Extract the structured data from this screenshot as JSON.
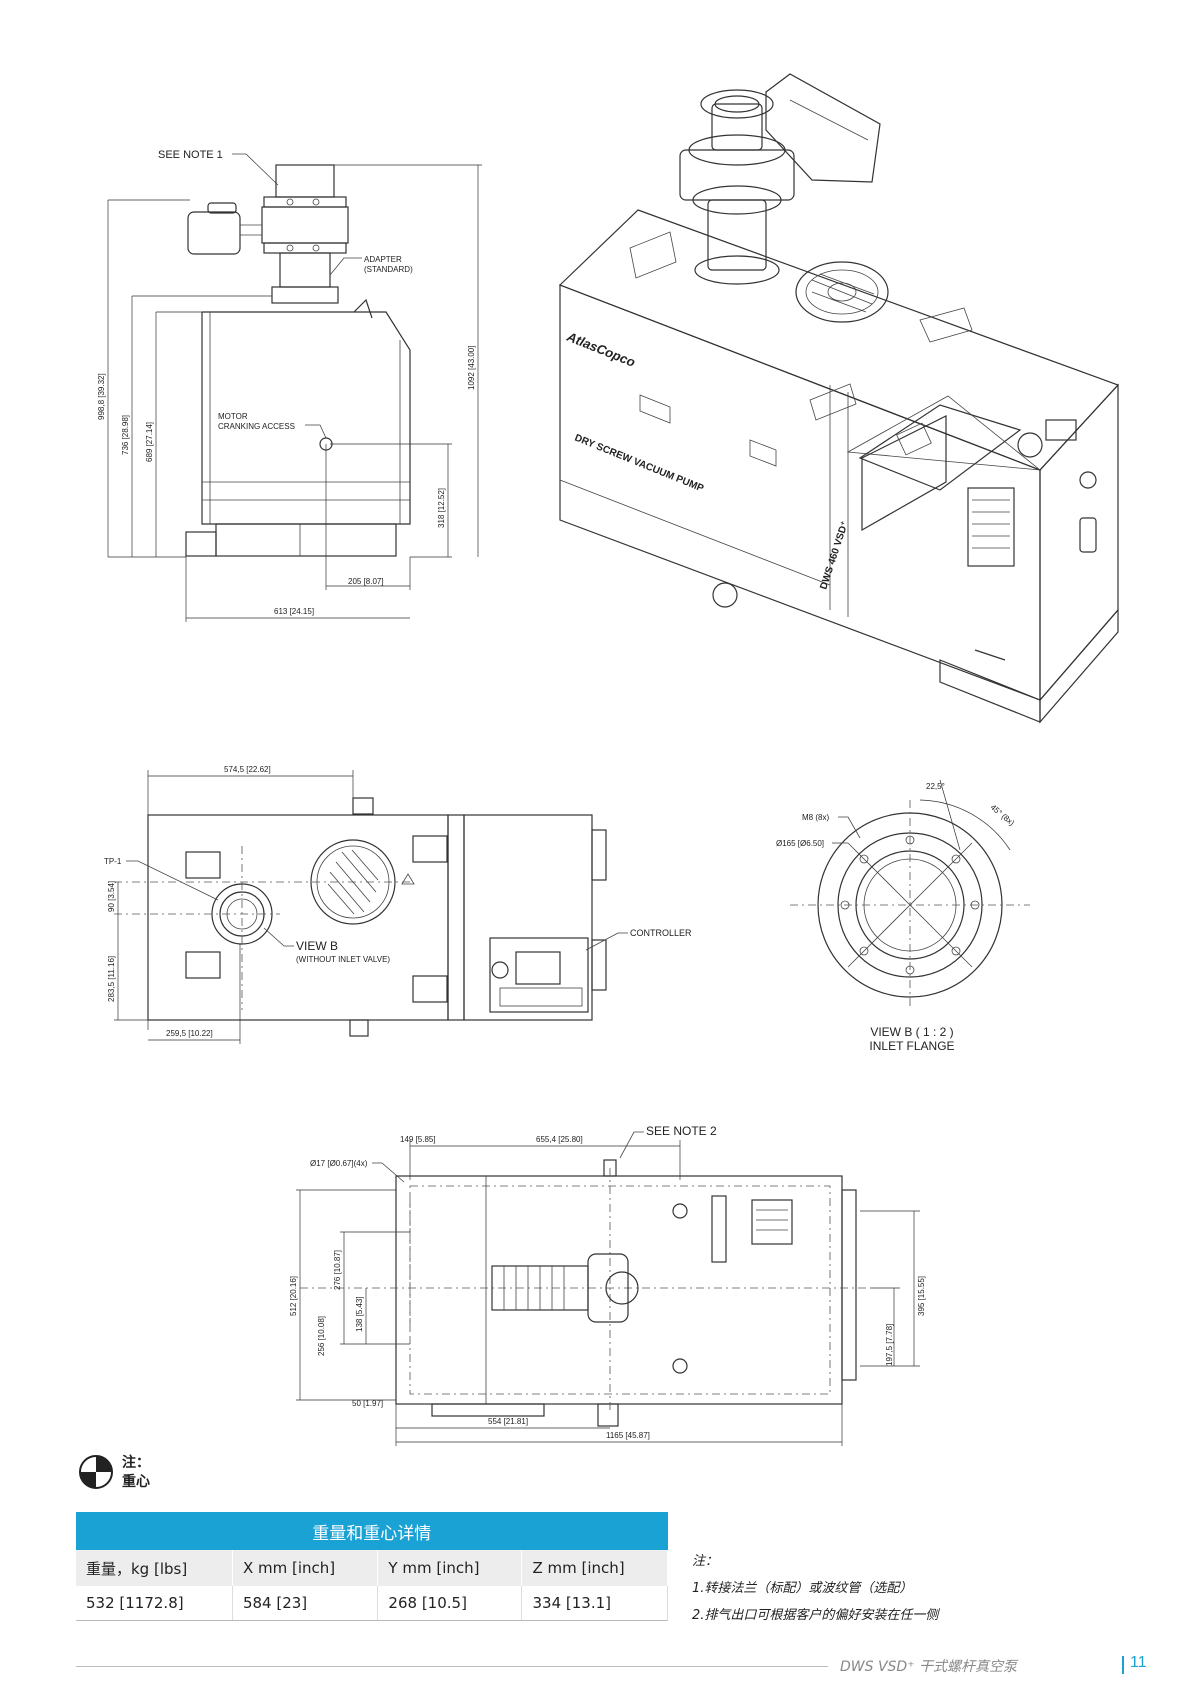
{
  "drawing_top": {
    "see_note_1": "SEE NOTE  1",
    "adapter": "ADAPTER",
    "adapter_std": "(STANDARD)",
    "motor": "MOTOR",
    "cranking": "CRANKING ACCESS",
    "dim_998": "998,8 [39.32]",
    "dim_736": "736 [28.98]",
    "dim_689": "689 [27.14]",
    "dim_1092": "1092 [43.00]",
    "dim_318": "318 [12.52]",
    "dim_205": "205 [8.07]",
    "dim_613": "613 [24.15]"
  },
  "pump_labels": {
    "brand": "AtlasCopco",
    "name": "DRY SCREW VACUUM PUMP",
    "model": "DWS 460 VSD⁺"
  },
  "drawing_mid": {
    "dim_574": "574,5 [22.62]",
    "tp1": "TP-1",
    "dim_90": "90 [3.54]",
    "dim_283": "283,5 [11.16]",
    "view_b": "VIEW B",
    "without_valve": "(WITHOUT INLET VALVE)",
    "controller": "CONTROLLER",
    "dim_259": "259,5 [10.22]"
  },
  "view_b": {
    "m8": "M8 (8x)",
    "d165": "Ø165 [Ø6.50]",
    "a225": "22,5°",
    "a45": "45° (8x)",
    "title1": "VIEW B ( 1 : 2 )",
    "title2": "INLET FLANGE"
  },
  "drawing_bottom": {
    "see_note_2": "SEE NOTE  2",
    "dim_149": "149 [5.85]",
    "dim_655": "655,4 [25.80]",
    "d17": "Ø17 [Ø0.67](4x)",
    "dim_512": "512 [20.16]",
    "dim_276": "276 [10.87]",
    "dim_256": "256 [10.08]",
    "dim_138": "138 [5.43]",
    "dim_395": "395 [15.55]",
    "dim_197": "197,5 [7.78]",
    "dim_50": "50 [1.97]",
    "dim_554": "554 [21.81]",
    "dim_1165": "1165 [45.87]"
  },
  "legend": {
    "line1": "注：",
    "line2": "重心"
  },
  "table": {
    "title": "重量和重心详情",
    "headers": [
      "重量，kg [lbs]",
      "X mm [inch]",
      "Y mm [inch]",
      "Z mm [inch]"
    ],
    "values": [
      "532 [1172.8]",
      "584 [23]",
      "268 [10.5]",
      "334 [13.1]"
    ]
  },
  "notes": {
    "title": "注：",
    "n1": "1.转接法兰（标配）或波纹管（选配）",
    "n2": "2.排气出口可根据客户的偏好安装在任一侧"
  },
  "footer": {
    "title": "DWS VSD⁺  干式螺杆真空泵",
    "page": "11"
  }
}
